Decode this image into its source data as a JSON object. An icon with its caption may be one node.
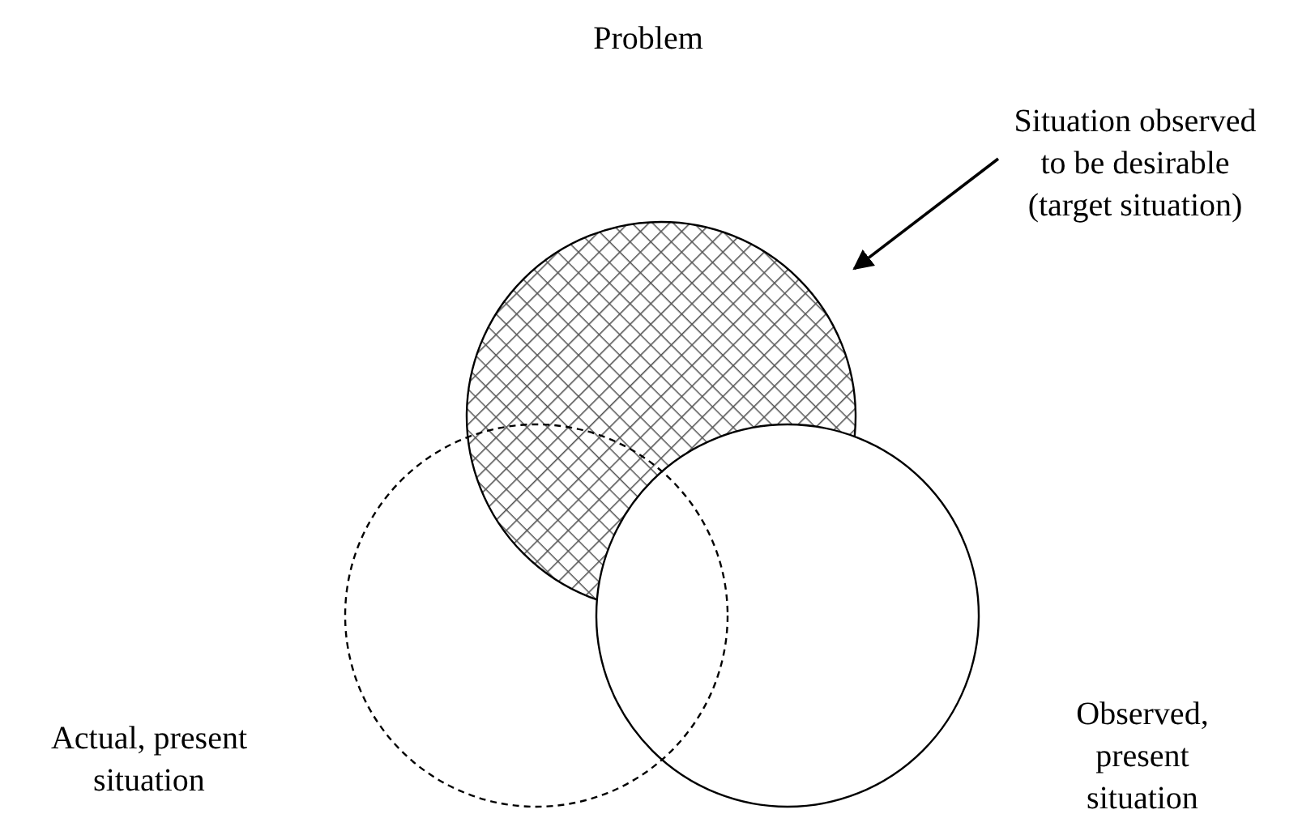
{
  "diagram": {
    "title": "Problem",
    "nodes": [
      {
        "text": [
          "Situation observed to be desirable (target situation)"
        ]
      },
      {
        "text": [],
        "shape": "circle"
      },
      {
        "text": [],
        "shape": "circle",
        "beside": [
          "Actual, present situation"
        ]
      },
      {
        "text": [],
        "shape": "circle",
        "beside": [
          "Observed, present situation"
        ]
      }
    ],
    "edges": [
      {
        "from": 0,
        "to": 1,
        "arrow": "to"
      }
    ]
  }
}
